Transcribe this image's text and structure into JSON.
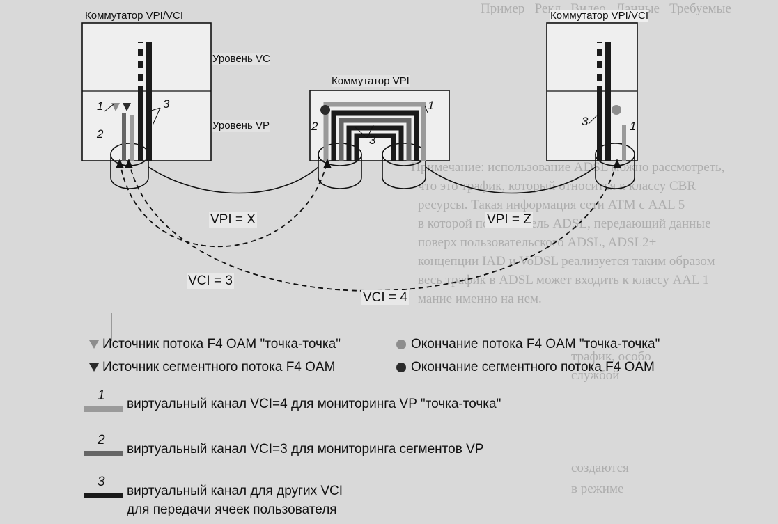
{
  "colors": {
    "ch1": "#9a9a9a",
    "ch2": "#666666",
    "ch3": "#1a1a1a",
    "segment_marker": "#2b2b2b",
    "f4_marker": "#8d8d8d"
  },
  "diagram": {
    "switch_left_title": "Коммутатор VPI/VCI",
    "switch_right_title": "Коммутатор VPI/VCI",
    "switch_mid_title": "Коммутатор VPI",
    "level_vc": "Уровень VC",
    "level_vp": "Уровень VP",
    "num_1": "1",
    "num_2": "2",
    "num_3": "3",
    "vpi_x": "VPI = X",
    "vpi_z": "VPI = Z",
    "vci_3": "VCI = 3",
    "vci_4": "VCI = 4"
  },
  "legend": {
    "f4_source": "Источник потока F4 OAM \"точка-точка\"",
    "f4_end": "Окончание потока F4 OAM \"точка-точка\"",
    "seg_source": "Источник сегментного потока F4 OAM",
    "seg_end": "Окончание сегментного потока F4 OAM",
    "ch1_num": "1",
    "ch1_text": "виртуальный канал VCI=4 для мониторинга VP \"точка-точка\"",
    "ch2_num": "2",
    "ch2_text": "виртуальный канал VCI=3 для мониторинга сегментов VP",
    "ch3_num": "3",
    "ch3_text_1": "виртуальный канал для других VCI",
    "ch3_text_2": "для передачи ячеек пользователя"
  }
}
